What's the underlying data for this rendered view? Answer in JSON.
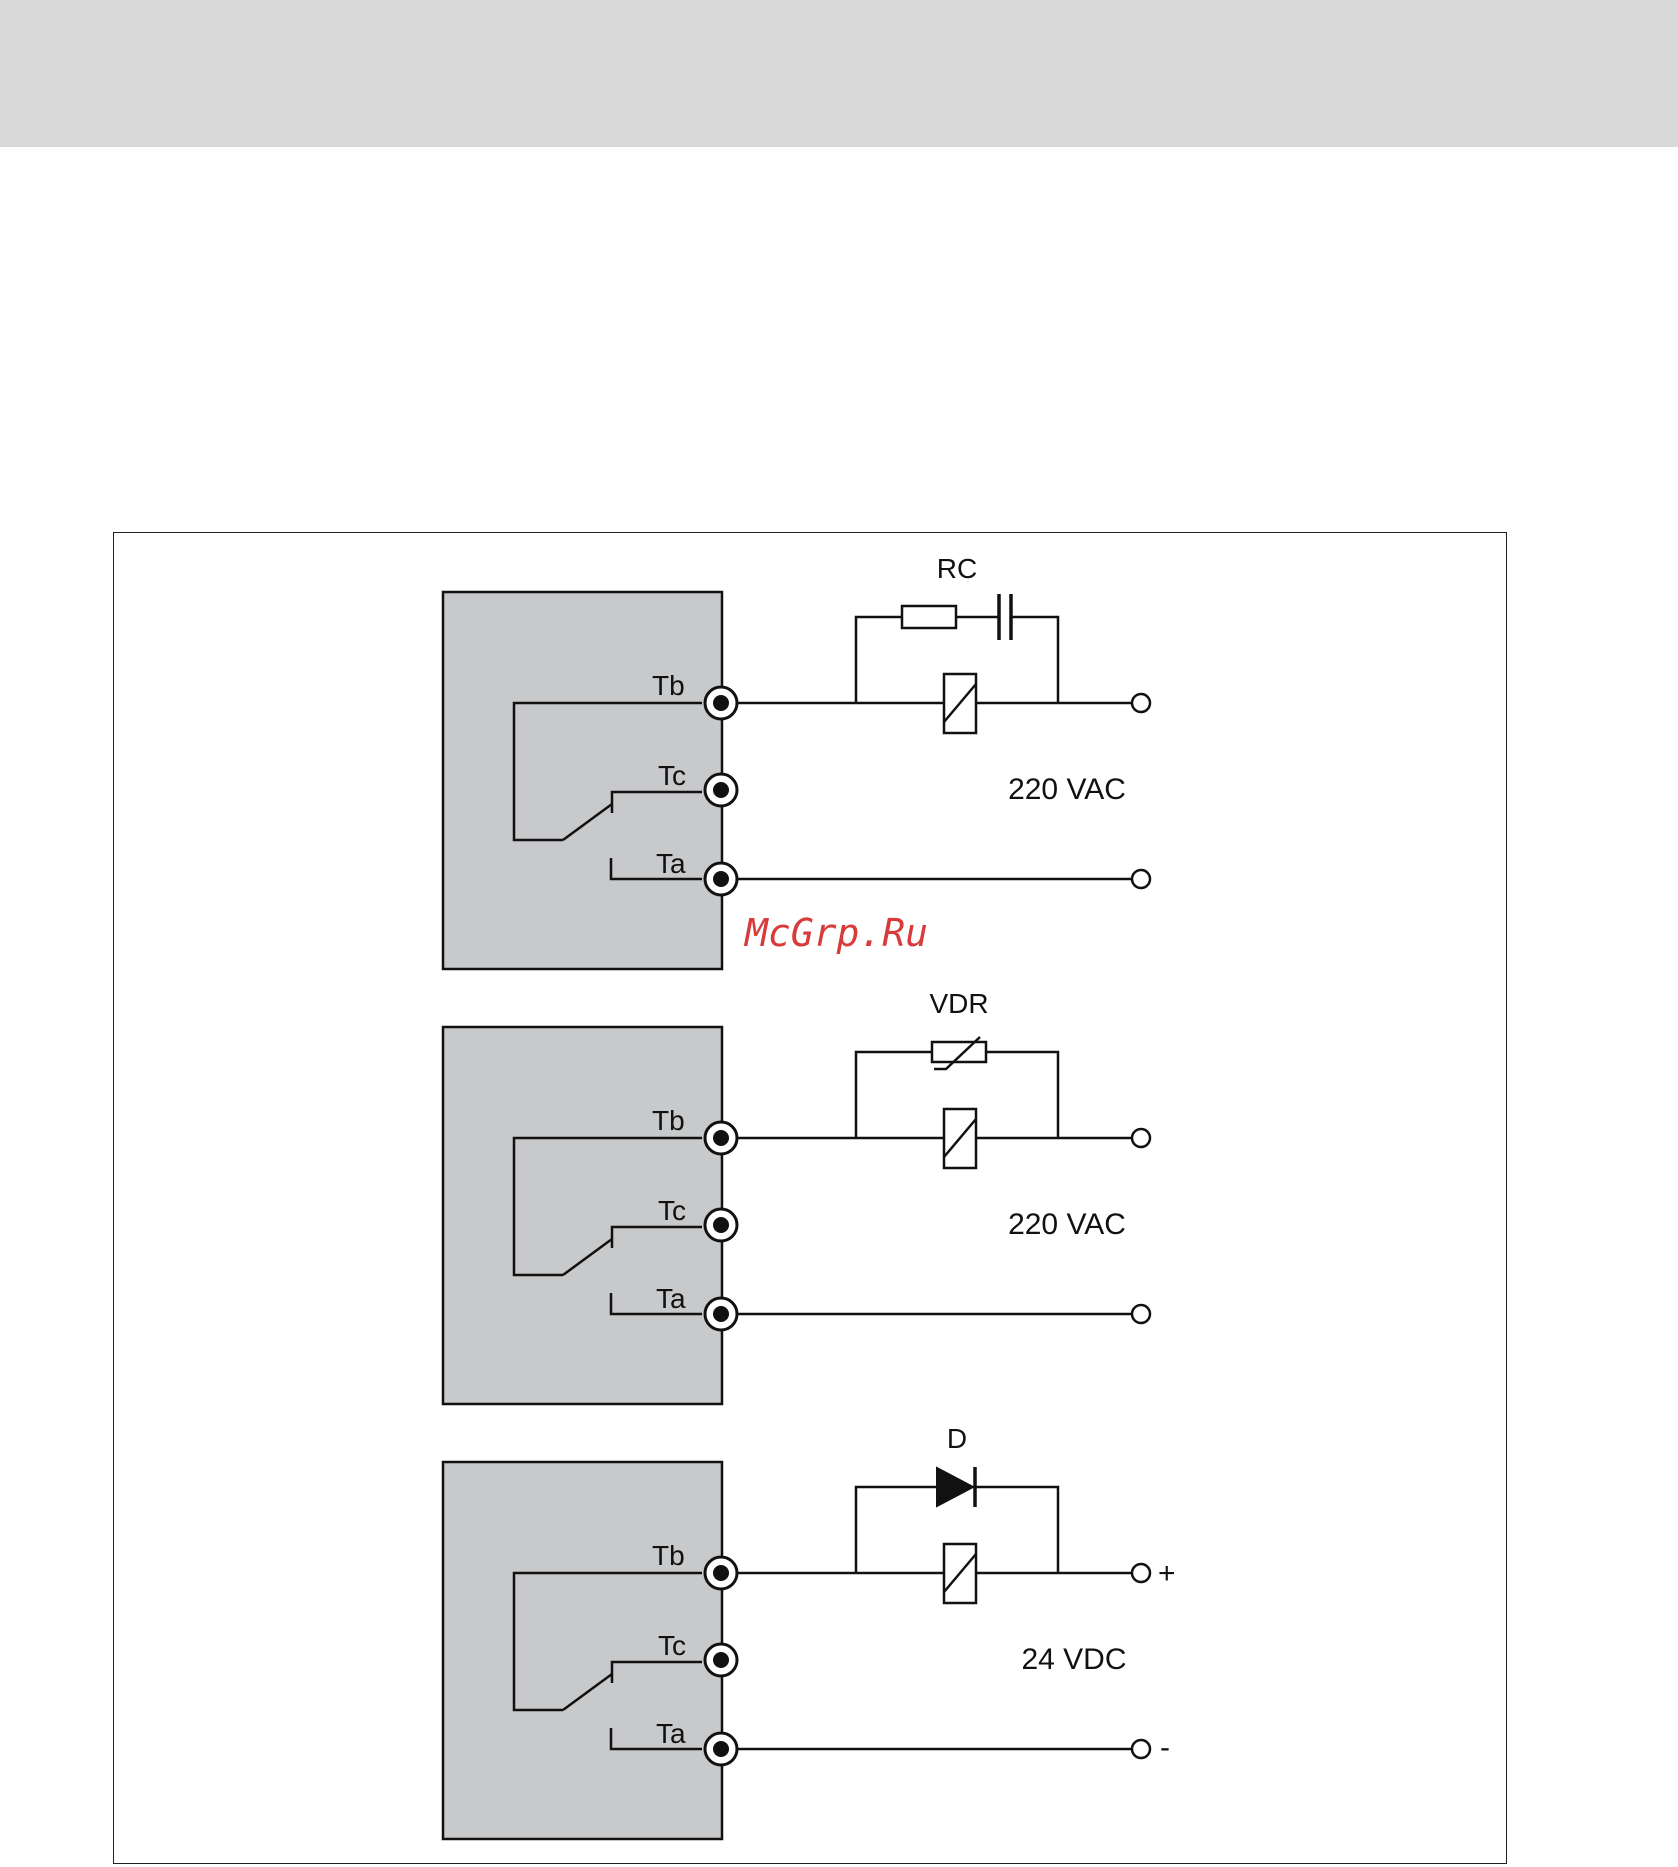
{
  "watermark": "McGrp.Ru",
  "circuits": [
    {
      "id": "rc",
      "suppressor": "RC",
      "voltage": "220 VAC",
      "terminals": [
        "Tb",
        "Tc",
        "Ta"
      ],
      "polarity": [
        "",
        ""
      ]
    },
    {
      "id": "vdr",
      "suppressor": "VDR",
      "voltage": "220 VAC",
      "terminals": [
        "Tb",
        "Tc",
        "Ta"
      ],
      "polarity": [
        "",
        ""
      ]
    },
    {
      "id": "diode",
      "suppressor": "D",
      "voltage": "24 VDC",
      "terminals": [
        "Tb",
        "Tc",
        "Ta"
      ],
      "polarity": [
        "+",
        "-"
      ]
    }
  ],
  "colors": {
    "header_band": "#d9d9d9",
    "relay_box": "#c8c9cb",
    "watermark": "#d93a3a",
    "line": "#111111"
  }
}
